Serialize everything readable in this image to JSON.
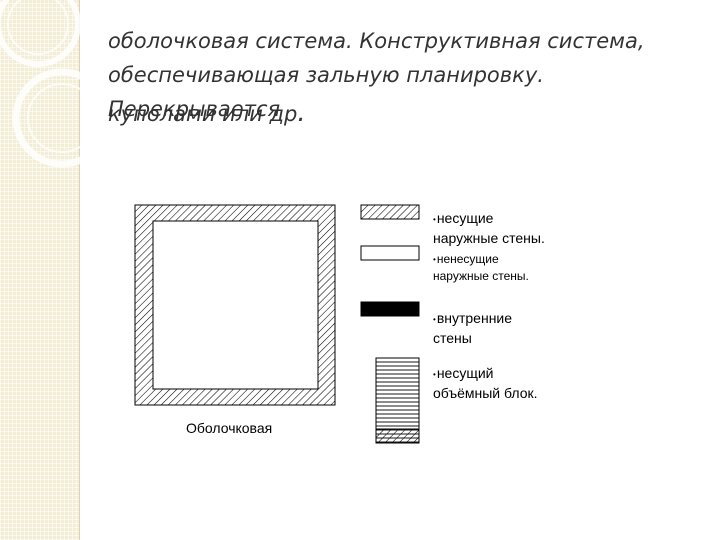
{
  "slide": {
    "heading": {
      "term": "оболочковая система",
      "separator": ".",
      "line1_rest": " Конструктивная система,",
      "line2": "обеспечивающая зальную планировку. Перекрываетcя",
      "line3": "куполами или др",
      "line3_dot": "."
    }
  },
  "diagram": {
    "caption": "Оболочковая",
    "legend": [
      {
        "bullet": "•",
        "label": "несущие\nнаружные стены.",
        "swatch": "diagonal-hatch"
      },
      {
        "bullet": "•",
        "label": "ненесущие\nнаружные стены.",
        "swatch": "empty"
      },
      {
        "bullet": "•",
        "label": "внутренние\nстены",
        "swatch": "solid-black"
      },
      {
        "bullet": "•",
        "label": "несущий\nобъёмный блок.",
        "swatch": "horizontal-hatch"
      }
    ]
  },
  "colors": {
    "band": "#f3edd6",
    "text": "#333333",
    "stroke": "#000000"
  }
}
